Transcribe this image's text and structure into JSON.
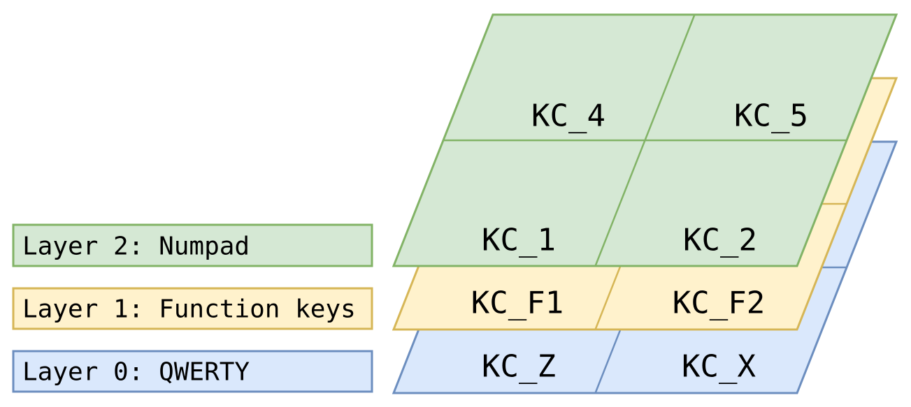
{
  "diagram": {
    "background": "#ffffff",
    "text_color": "#000000",
    "layers": [
      {
        "label": "Layer 2: Numpad",
        "fill": "#d5e8d4",
        "stroke": "#82b366",
        "keys": [
          "KC_4",
          "KC_5",
          "KC_1",
          "KC_2"
        ]
      },
      {
        "label": "Layer 1: Function keys",
        "fill": "#fff2cc",
        "stroke": "#d6b656",
        "keys": [
          "KC_F1",
          "KC_F2"
        ]
      },
      {
        "label": "Layer 0: QWERTY",
        "fill": "#dae8fc",
        "stroke": "#6c8ebf",
        "keys": [
          "KC_Z",
          "KC_X"
        ]
      }
    ]
  }
}
